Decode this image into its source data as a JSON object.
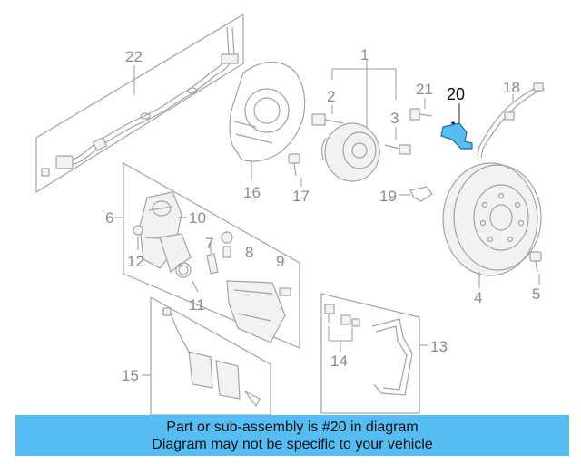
{
  "diagram": {
    "highlight_color": "#56bdf3",
    "labels": {
      "p1": "1",
      "p2": "2",
      "p3": "3",
      "p4": "4",
      "p5": "5",
      "p6": "6",
      "p7": "7",
      "p8": "8",
      "p9": "9",
      "p10": "10",
      "p11": "11",
      "p12": "12",
      "p13": "13",
      "p14": "14",
      "p15": "15",
      "p16": "16",
      "p17": "17",
      "p18": "18",
      "p19": "19",
      "p20": "20",
      "p21": "21",
      "p22": "22"
    }
  },
  "banner": {
    "line1": "Part or sub-assembly is #20 in diagram",
    "line2": "Diagram may not be specific to your vehicle"
  }
}
